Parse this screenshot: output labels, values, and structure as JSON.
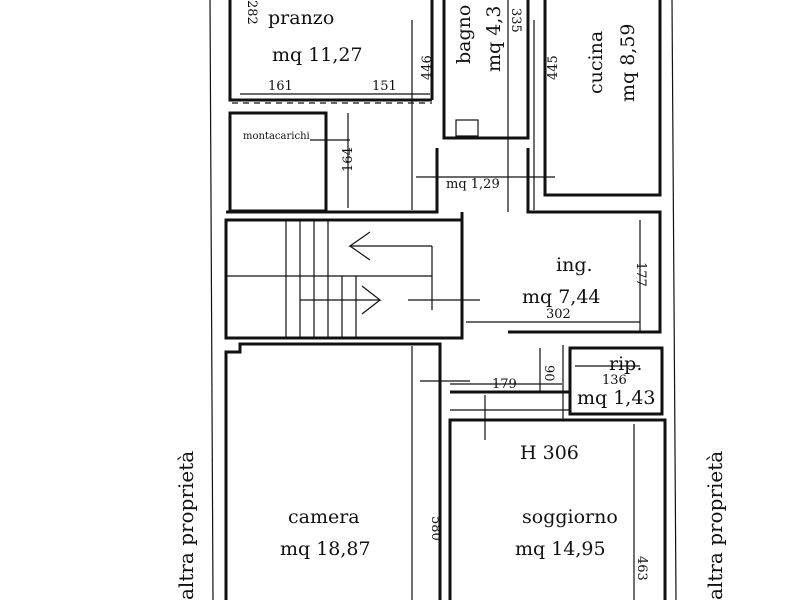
{
  "rooms": {
    "pranzo": {
      "name": "pranzo",
      "area": "mq 11,27"
    },
    "bagno": {
      "name": "bagno",
      "area": "mq 4,3"
    },
    "cucina": {
      "name": "cucina",
      "area": "mq 8,59"
    },
    "montacarichi": {
      "name": "montacarichi"
    },
    "disimpegno": {
      "area": "mq 1,29"
    },
    "ingresso": {
      "name": "ing.",
      "area": "mq 7,44"
    },
    "ripostiglio": {
      "name": "rip.",
      "area": "mq 1,43"
    },
    "camera": {
      "name": "camera",
      "area": "mq 18,87"
    },
    "soggiorno": {
      "name": "soggiorno",
      "area": "mq 14,95"
    }
  },
  "height_label": "H 306",
  "neighbors": {
    "left": "altra proprietà",
    "right": "altra proprietà"
  },
  "dimensions": {
    "d282": "282",
    "d161": "161",
    "d151": "151",
    "d446": "446",
    "d335": "335",
    "d445": "445",
    "d164": "164",
    "d177": "177",
    "d302": "302",
    "d179": "179",
    "d90": "90",
    "d136": "136",
    "d580": "580",
    "d463": "463"
  }
}
